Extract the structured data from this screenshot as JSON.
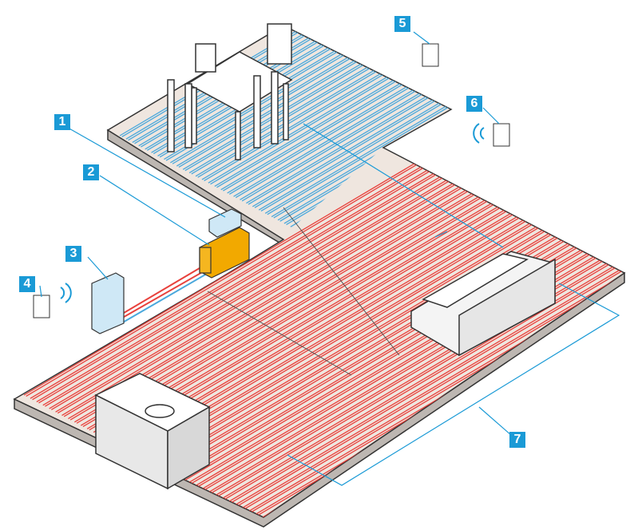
{
  "labels": [
    "1",
    "2",
    "3",
    "4",
    "5",
    "6",
    "7"
  ],
  "colors": {
    "accent": "#1a9ad6",
    "hot_pipe": "#e8413c",
    "cold_pipe": "#4aa8dc",
    "floor": "#efe6df",
    "manifold": "#f2a900"
  }
}
